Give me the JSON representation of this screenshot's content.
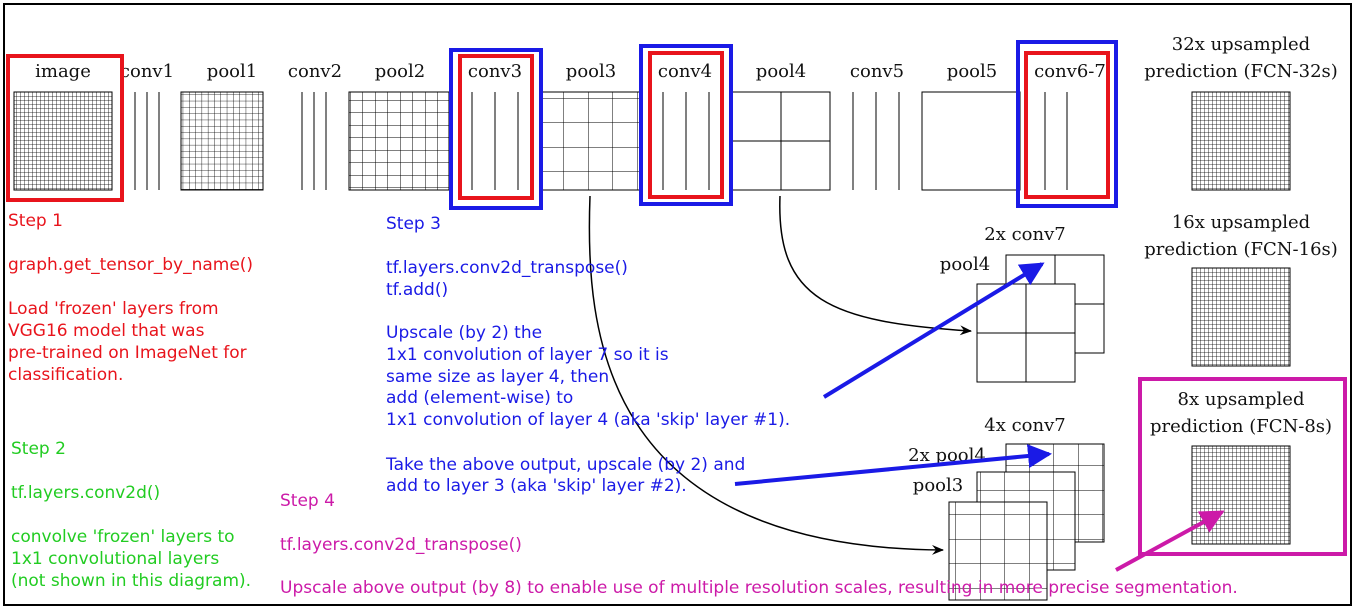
{
  "colors": {
    "red": "#e8141c",
    "blue": "#1a1ae6",
    "green": "#22cc22",
    "magenta": "#cc1aa8",
    "black": "#000000"
  },
  "layers": {
    "image": "image",
    "conv1": "conv1",
    "pool1": "pool1",
    "conv2": "conv2",
    "pool2": "pool2",
    "conv3": "conv3",
    "pool3": "pool3",
    "conv4": "conv4",
    "pool4": "pool4",
    "conv5": "conv5",
    "pool5": "pool5",
    "conv67": "conv6-7"
  },
  "predictions": {
    "fcn32_l1": "32x upsampled",
    "fcn32_l2": "prediction (FCN-32s)",
    "fcn16_l1": "16x upsampled",
    "fcn16_l2": "prediction (FCN-16s)",
    "fcn8_l1": "8x upsampled",
    "fcn8_l2": "prediction (FCN-8s)"
  },
  "stack_labels": {
    "conv7_2x": "2x conv7",
    "pool4": "pool4",
    "conv7_4x": "4x conv7",
    "pool4_2x": "2x pool4",
    "pool3": "pool3"
  },
  "step1": {
    "title": "Step 1",
    "fn": "graph.get_tensor_by_name()",
    "desc": [
      "Load 'frozen' layers from",
      "VGG16 model that was",
      "pre-trained on ImageNet for",
      "classification."
    ]
  },
  "step2": {
    "title": "Step 2",
    "fn": "tf.layers.conv2d()",
    "desc": [
      "convolve 'frozen' layers to",
      "1x1 convolutional layers",
      "(not shown in this diagram)."
    ]
  },
  "step3": {
    "title": "Step 3",
    "fn1": "tf.layers.conv2d_transpose()",
    "fn2": "tf.add()",
    "desc": [
      "Upscale (by 2) the",
      "1x1 convolution of layer 7 so it is",
      "same size as layer 4, then",
      "add (element-wise) to",
      "1x1 convolution of layer 4 (aka 'skip' layer #1)."
    ],
    "desc2": [
      "Take the above output, upscale (by 2) and",
      "add to layer 3 (aka 'skip' layer #2)."
    ]
  },
  "step4": {
    "title": "Step 4",
    "fn": "tf.layers.conv2d_transpose()",
    "desc": "Upscale above output (by 8) to enable use of multiple resolution scales, resulting in more precise segmentation."
  }
}
